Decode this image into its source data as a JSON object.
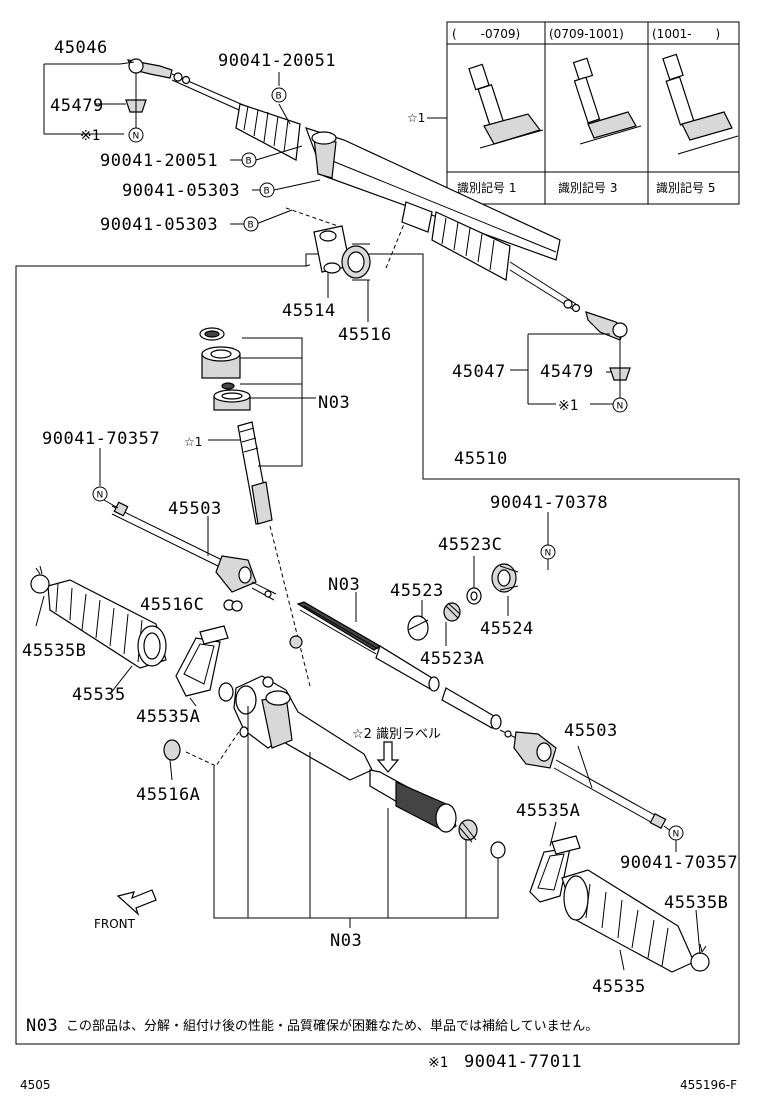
{
  "table": {
    "headers": [
      "(　　-0709)",
      "(0709-1001)",
      "(1001-　　)"
    ],
    "row_labels": [
      "☆1",
      "☆2"
    ],
    "row2_values": [
      "識別記号 1",
      "識別記号 3",
      "識別記号 5"
    ]
  },
  "parts": {
    "p45046": "45046",
    "p45479_top": "45479",
    "note1_top": "※1",
    "n_top": "N",
    "p90041_20051_top": "90041-20051",
    "b_top": "B",
    "p90041_20051_mid": "90041-20051",
    "b_mid1": "B",
    "p90041_05303_a": "90041-05303",
    "b_mid2": "B",
    "p90041_05303_b": "90041-05303",
    "b_mid3": "B",
    "p45514": "45514",
    "p45516": "45516",
    "p45047": "45047",
    "p45479_right": "45479",
    "note1_right": "※1",
    "n_right": "N",
    "n03_upper": "N03",
    "p90041_70357_top": "90041-70357",
    "star1_mid": "☆1",
    "n_left": "N",
    "p45510": "45510",
    "p45503_left": "45503",
    "p90041_70378": "90041-70378",
    "n_70378": "N",
    "p45523C": "45523C",
    "p45516C": "45516C",
    "n03_rack": "N03",
    "p45523": "45523",
    "p45524": "45524",
    "p45535B_left": "45535B",
    "p45523A": "45523A",
    "p45535_left": "45535",
    "p45535A_left": "45535A",
    "star2_label": "☆2 識別ラベル",
    "p45503_right": "45503",
    "p45516A": "45516A",
    "p45535A_right": "45535A",
    "n_bottom_right": "N",
    "p90041_70357_bottom": "90041-70357",
    "front": "FRONT",
    "p45535B_right": "45535B",
    "n03_bottom": "N03",
    "p45535_right": "45535"
  },
  "footer": {
    "n03_code": "N03",
    "n03_note": "この部品は、分解・組付け後の性能・品質確保が困難なため、単品では補給していません。",
    "note1_mark": "※1",
    "note1_part": "90041-77011",
    "left_code": "4505",
    "right_code": "455196-F"
  }
}
